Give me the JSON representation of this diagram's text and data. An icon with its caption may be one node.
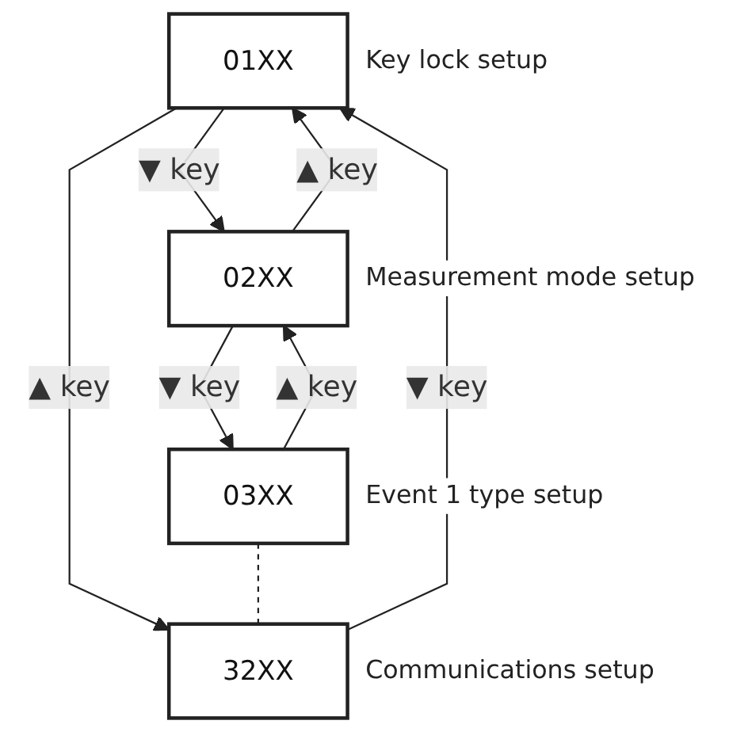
{
  "diagram": {
    "nodes": [
      {
        "text": [
          "01XX"
        ],
        "beside": [
          "Key lock setup"
        ]
      },
      {
        "text": [
          "02XX"
        ],
        "beside": [
          "Measurement mode setup"
        ]
      },
      {
        "text": [
          "03XX"
        ],
        "beside": [
          "Event 1 type setup"
        ]
      },
      {
        "text": [
          "32XX"
        ],
        "beside": [
          "Communications setup"
        ]
      }
    ],
    "edges": [
      {
        "from": 0,
        "to": 3,
        "arrow": "to",
        "label": "▲ key"
      },
      {
        "from": 0,
        "to": 1,
        "arrow": "to",
        "label": "▼ key"
      },
      {
        "from": 1,
        "to": 0,
        "arrow": "to",
        "label": "▲ key"
      },
      {
        "from": 1,
        "to": 2,
        "arrow": "to",
        "label": "▼ key"
      },
      {
        "from": 2,
        "to": 1,
        "arrow": "to",
        "label": "▲ key"
      },
      {
        "from": 2,
        "to": 3,
        "arrow": "none",
        "style": "dashed"
      },
      {
        "from": 3,
        "to": 0,
        "arrow": "to",
        "label": "▼ key"
      }
    ]
  }
}
